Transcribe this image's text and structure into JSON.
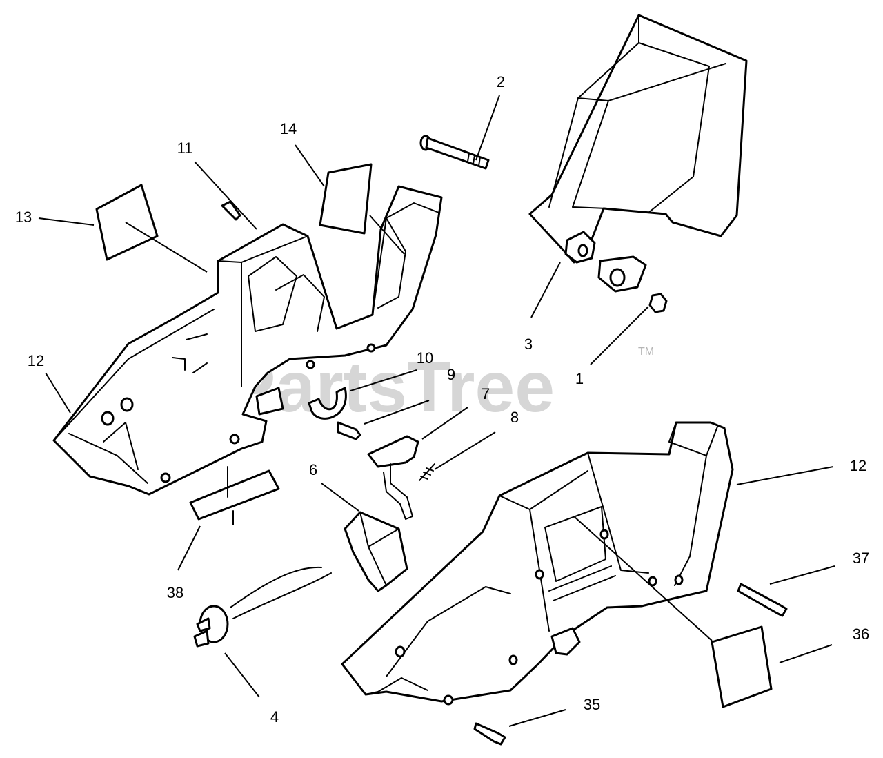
{
  "watermark": {
    "text": "PartsTree",
    "trademark": "TM"
  },
  "callouts": {
    "c1": "1",
    "c2": "2",
    "c3": "3",
    "c4": "4",
    "c6": "6",
    "c7": "7",
    "c8": "8",
    "c9": "9",
    "c10": "10",
    "c11": "11",
    "c12_left": "12",
    "c12_right": "12",
    "c13": "13",
    "c14": "14",
    "c35": "35",
    "c36": "36",
    "c37": "37",
    "c38": "38"
  },
  "colors": {
    "line": "#000000",
    "background": "#ffffff",
    "watermark": "#b5b5b5"
  }
}
